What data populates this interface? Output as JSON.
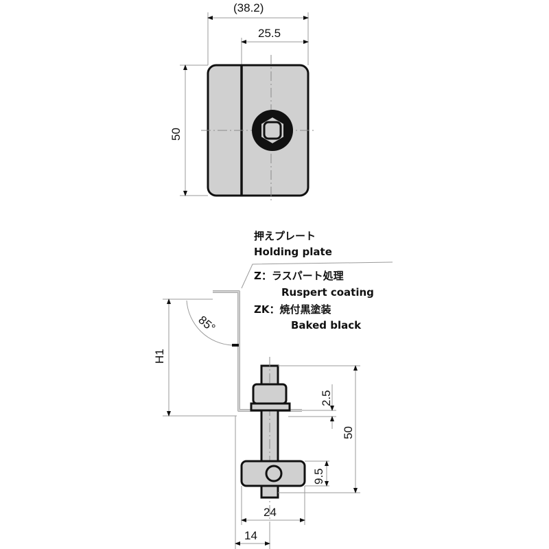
{
  "top_view": {
    "dim_overall_width": "(38.2)",
    "dim_offset_width": "25.5",
    "dim_height": "50"
  },
  "side_view": {
    "label_jp": "押えプレート",
    "label_en": "Holding plate",
    "finish_z_jp": "Z：ラスパート処理",
    "finish_z_en": "Ruspert coating",
    "finish_zk_jp": "ZK：焼付黒塗装",
    "finish_zk_en": "Baked black",
    "angle": "85°",
    "dim_h1": "H1",
    "dim_nut": "2.5",
    "dim_bolt_length": "50",
    "dim_clamp_height": "9.5",
    "dim_clamp_width": "24",
    "dim_offset": "14"
  },
  "colors": {
    "part_fill": "#d0d0d0",
    "outline": "#111111",
    "dimension_line": "#9a9a9a"
  }
}
